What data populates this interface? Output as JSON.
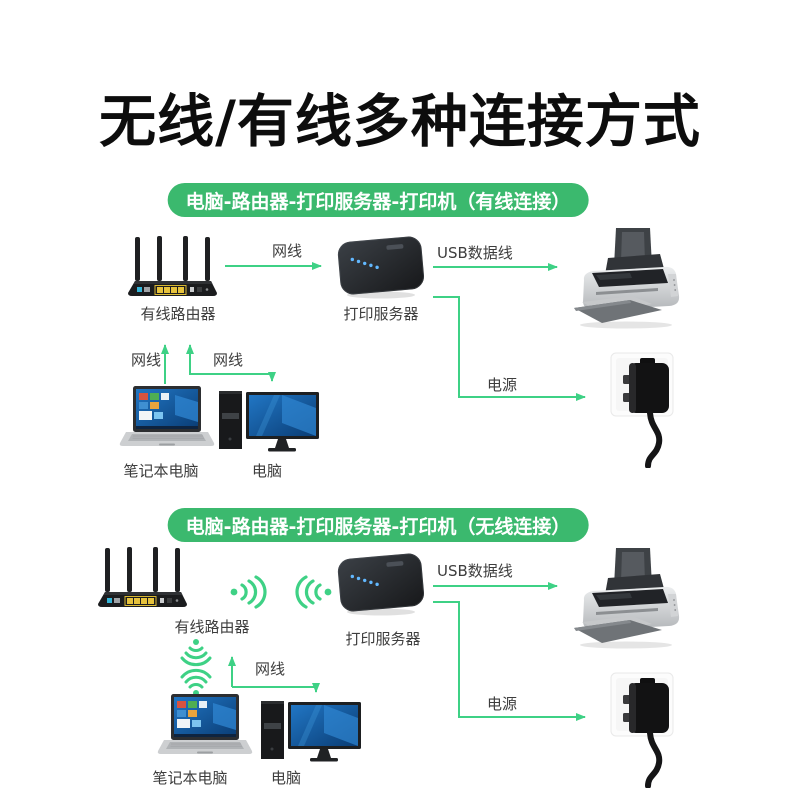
{
  "title": "无线/有线多种连接方式",
  "accent": {
    "banner_green": "#3BB96E",
    "arrow_green": "#3ED185",
    "led_blue": "#62B8FF"
  },
  "sections": [
    {
      "banner": "电脑-路由器-打印服务器-打印机（有线连接）",
      "labels": {
        "router": "有线路由器",
        "print_server": "打印服务器",
        "router_to_server_cable": "网线",
        "usb_cable": "USB数据线",
        "power": "电源",
        "laptop_cable": "网线",
        "desktop_cable": "网线",
        "laptop": "笔记本电脑",
        "desktop": "电脑"
      }
    },
    {
      "banner": "电脑-路由器-打印服务器-打印机（无线连接）",
      "labels": {
        "router": "有线路由器",
        "print_server": "打印服务器",
        "usb_cable": "USB数据线",
        "power": "电源",
        "desktop_cable": "网线",
        "laptop": "笔记本电脑",
        "desktop": "电脑"
      }
    }
  ]
}
